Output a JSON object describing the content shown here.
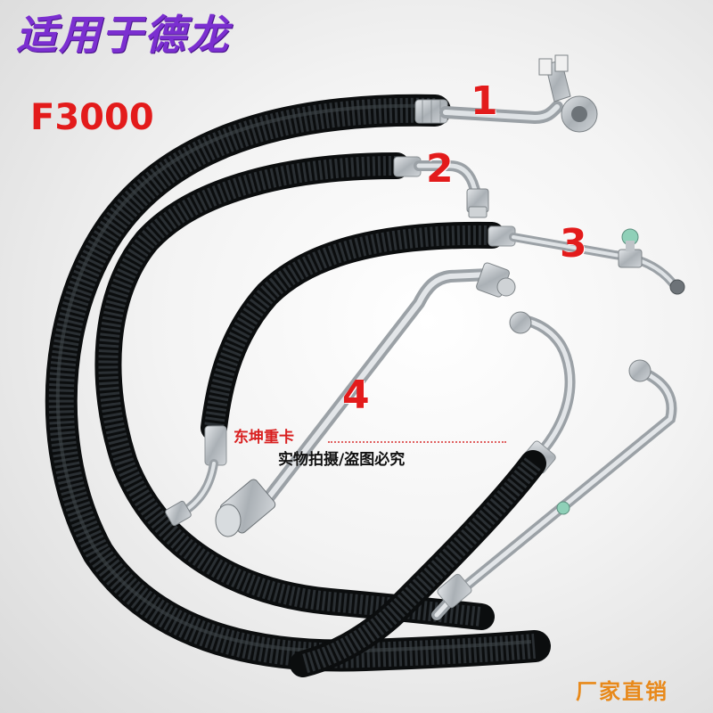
{
  "title": "适用于德龙",
  "model": "F3000",
  "labels": [
    "1",
    "2",
    "3",
    "4"
  ],
  "watermark": {
    "line1": "东坤重卡",
    "line2": "实物拍摄/盗图必究"
  },
  "badge": "厂家直销",
  "colors": {
    "title": "#7b2fd0",
    "model": "#e31b1b",
    "labels": "#e31b1b",
    "badge": "#e8891a",
    "hose": "#171a1c",
    "metal": "#bfc4c8"
  },
  "icons": [
    "ac-hose-1",
    "ac-hose-2",
    "ac-hose-3",
    "ac-pipe-4",
    "bracket-fitting",
    "nut-fitting"
  ]
}
